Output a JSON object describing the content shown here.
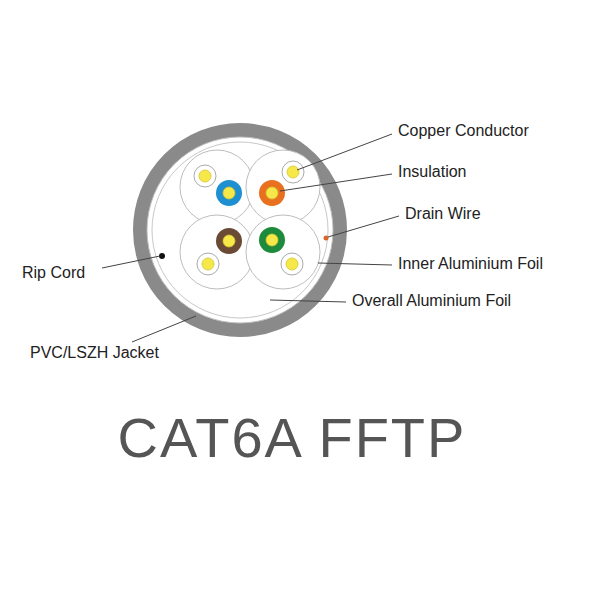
{
  "diagram": {
    "title": "CAT6A FFTP",
    "labels": [
      "Copper Conductor",
      "Insulation",
      "Drain Wire",
      "Inner Aluminium Foil",
      "Overall Aluminium Foil",
      "Rip Cord",
      "PVC/LSZH Jacket"
    ]
  }
}
